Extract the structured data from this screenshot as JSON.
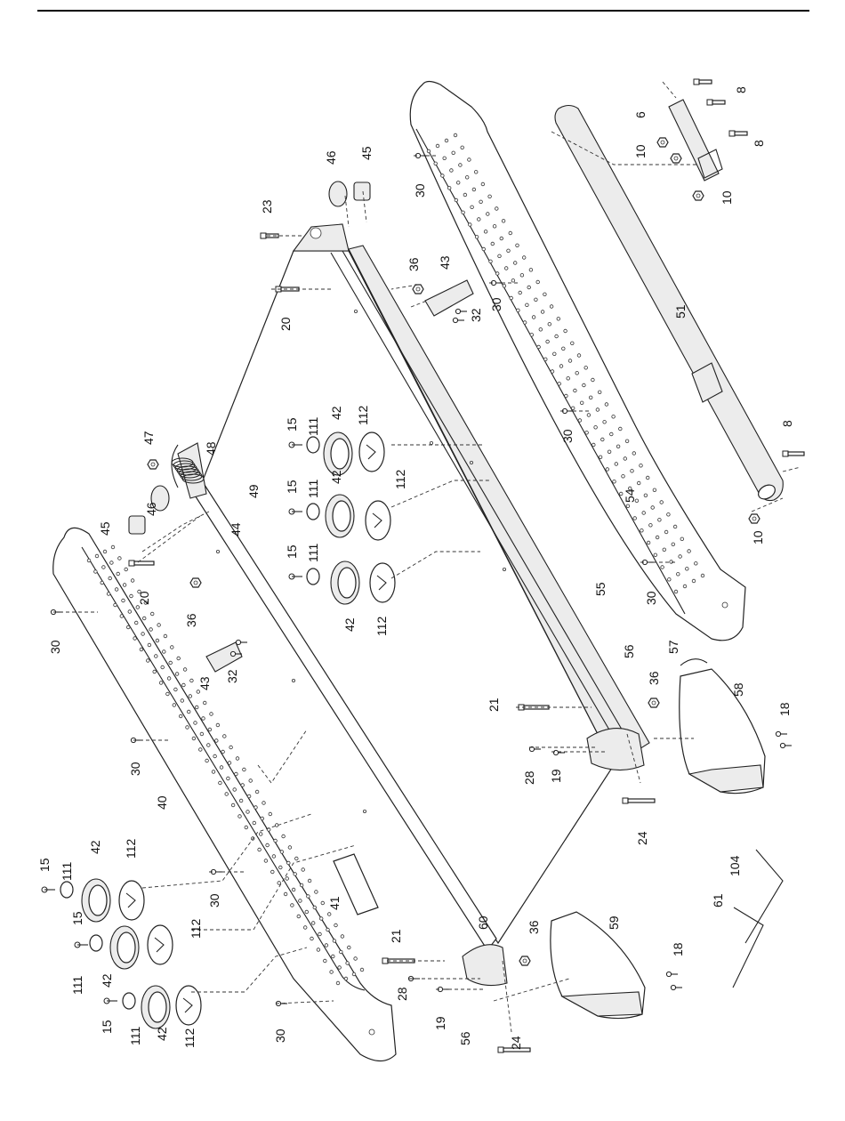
{
  "callouts": [
    {
      "id": "c23",
      "text": "23"
    },
    {
      "id": "c46a",
      "text": "46"
    },
    {
      "id": "c45a",
      "text": "45"
    },
    {
      "id": "c30a",
      "text": "30"
    },
    {
      "id": "c8a",
      "text": "8"
    },
    {
      "id": "c6",
      "text": "6"
    },
    {
      "id": "c10a",
      "text": "10"
    },
    {
      "id": "c8b",
      "text": "8"
    },
    {
      "id": "c10b",
      "text": "10"
    },
    {
      "id": "c20a",
      "text": "20"
    },
    {
      "id": "c36a",
      "text": "36"
    },
    {
      "id": "c43a",
      "text": "43"
    },
    {
      "id": "c32a",
      "text": "32"
    },
    {
      "id": "c30b",
      "text": "30"
    },
    {
      "id": "c51",
      "text": "51"
    },
    {
      "id": "c47",
      "text": "47"
    },
    {
      "id": "c48",
      "text": "48"
    },
    {
      "id": "c49",
      "text": "49"
    },
    {
      "id": "c15a",
      "text": "15"
    },
    {
      "id": "c111a",
      "text": "111"
    },
    {
      "id": "c42a",
      "text": "42"
    },
    {
      "id": "c112a",
      "text": "112"
    },
    {
      "id": "c15b",
      "text": "15"
    },
    {
      "id": "c111b",
      "text": "111"
    },
    {
      "id": "c42b",
      "text": "42"
    },
    {
      "id": "c112b",
      "text": "112"
    },
    {
      "id": "c15c",
      "text": "15"
    },
    {
      "id": "c111c",
      "text": "111"
    },
    {
      "id": "c42c",
      "text": "42"
    },
    {
      "id": "c112c",
      "text": "112"
    },
    {
      "id": "c30c",
      "text": "30"
    },
    {
      "id": "c8c",
      "text": "8"
    },
    {
      "id": "c54",
      "text": "54"
    },
    {
      "id": "c10c",
      "text": "10"
    },
    {
      "id": "c46b",
      "text": "46"
    },
    {
      "id": "c45b",
      "text": "45"
    },
    {
      "id": "c44",
      "text": "44"
    },
    {
      "id": "c20b",
      "text": "20"
    },
    {
      "id": "c36b",
      "text": "36"
    },
    {
      "id": "c30d",
      "text": "30"
    },
    {
      "id": "c43b",
      "text": "43"
    },
    {
      "id": "c32b",
      "text": "32"
    },
    {
      "id": "c30e",
      "text": "30"
    },
    {
      "id": "c55",
      "text": "55"
    },
    {
      "id": "c57",
      "text": "57"
    },
    {
      "id": "c56a",
      "text": "56"
    },
    {
      "id": "c36c",
      "text": "36"
    },
    {
      "id": "c21a",
      "text": "21"
    },
    {
      "id": "c58",
      "text": "58"
    },
    {
      "id": "c18a",
      "text": "18"
    },
    {
      "id": "c28a",
      "text": "28"
    },
    {
      "id": "c19a",
      "text": "19"
    },
    {
      "id": "c40",
      "text": "40"
    },
    {
      "id": "c30f",
      "text": "30"
    },
    {
      "id": "c24a",
      "text": "24"
    },
    {
      "id": "c15d",
      "text": "15"
    },
    {
      "id": "c111d",
      "text": "111"
    },
    {
      "id": "c42d",
      "text": "42"
    },
    {
      "id": "c112d",
      "text": "112"
    },
    {
      "id": "c30g",
      "text": "30"
    },
    {
      "id": "c41",
      "text": "41"
    },
    {
      "id": "c104",
      "text": "104"
    },
    {
      "id": "c61",
      "text": "61"
    },
    {
      "id": "c15e",
      "text": "15"
    },
    {
      "id": "c111e",
      "text": "111"
    },
    {
      "id": "c42e",
      "text": "42"
    },
    {
      "id": "c112e",
      "text": "112"
    },
    {
      "id": "c21b",
      "text": "21"
    },
    {
      "id": "c60",
      "text": "60"
    },
    {
      "id": "c36d",
      "text": "36"
    },
    {
      "id": "c59",
      "text": "59"
    },
    {
      "id": "c18b",
      "text": "18"
    },
    {
      "id": "c15f",
      "text": "15"
    },
    {
      "id": "c111f",
      "text": "111"
    },
    {
      "id": "c42f",
      "text": "42"
    },
    {
      "id": "c112f",
      "text": "112"
    },
    {
      "id": "c28b",
      "text": "28"
    },
    {
      "id": "c19b",
      "text": "19"
    },
    {
      "id": "c56b",
      "text": "56"
    },
    {
      "id": "c24b",
      "text": "24"
    },
    {
      "id": "c30h",
      "text": "30"
    }
  ]
}
